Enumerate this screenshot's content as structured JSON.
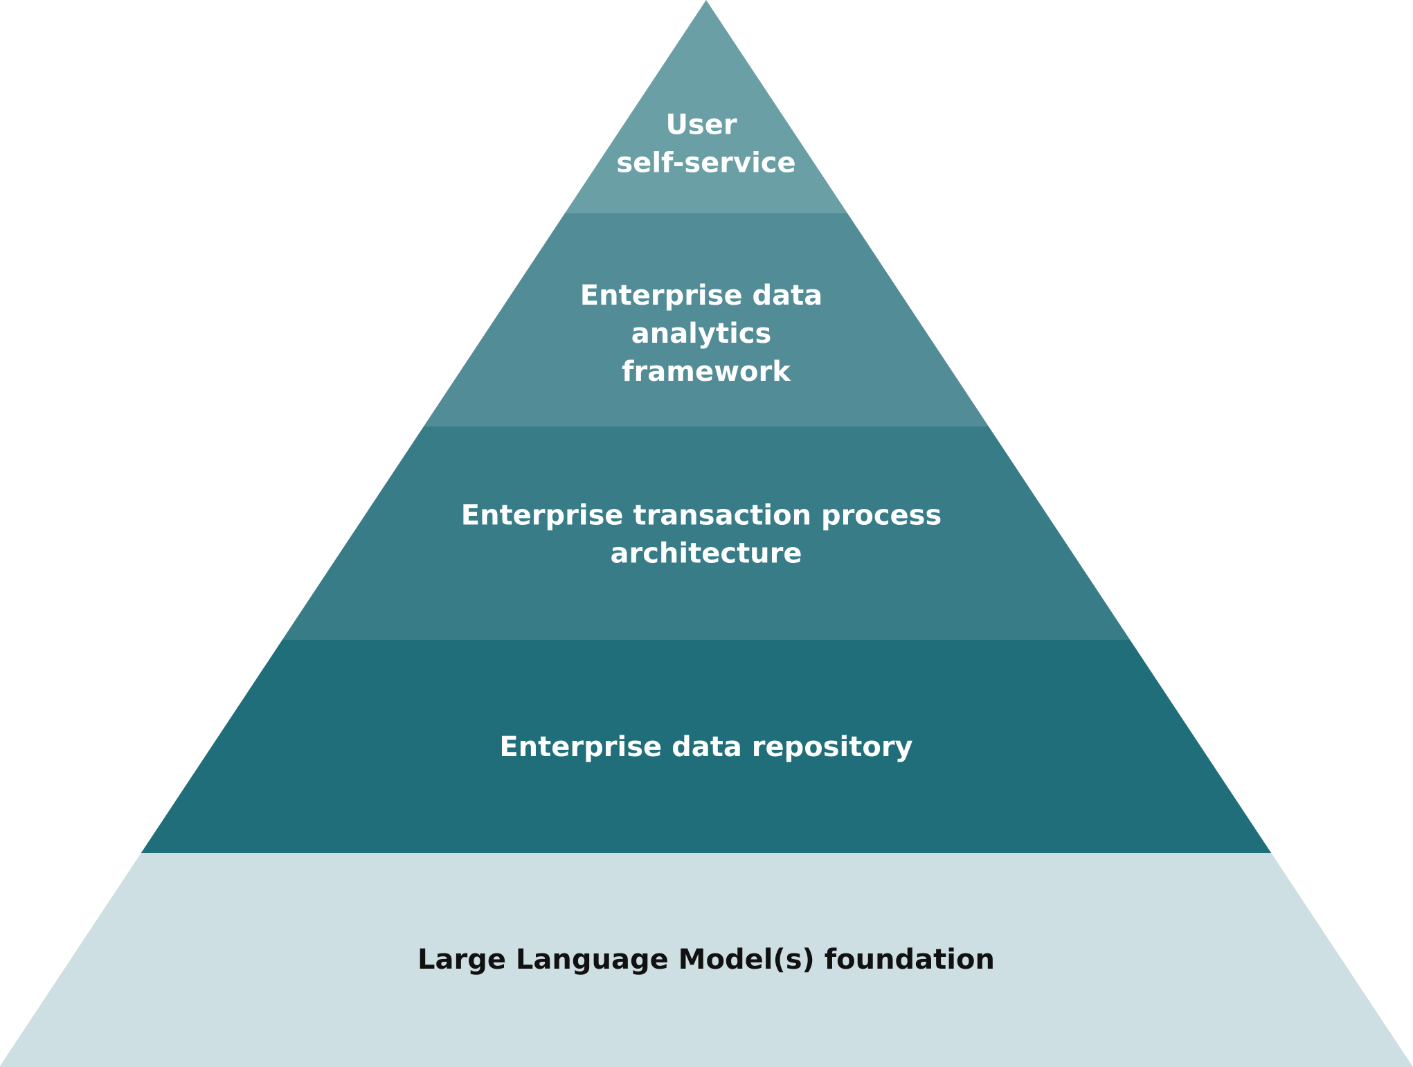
{
  "colors": {
    "background": "#ffffff",
    "tier_1": "#6b9fa6",
    "tier_2": "#528c97",
    "tier_3": "#387c88",
    "tier_4": "#206e79",
    "tier_5": "#cddfe3",
    "text_light": "#ffffff",
    "text_dark": "#111111"
  },
  "pyramid": {
    "tiers": [
      {
        "lines": [
          "User",
          "self-service"
        ]
      },
      {
        "lines": [
          "Enterprise data",
          "analytics",
          "framework"
        ]
      },
      {
        "lines": [
          "Enterprise transaction process",
          "architecture"
        ]
      },
      {
        "lines": [
          "Enterprise data repository"
        ]
      },
      {
        "lines": [
          "Large Language Model(s) foundation"
        ]
      }
    ]
  }
}
